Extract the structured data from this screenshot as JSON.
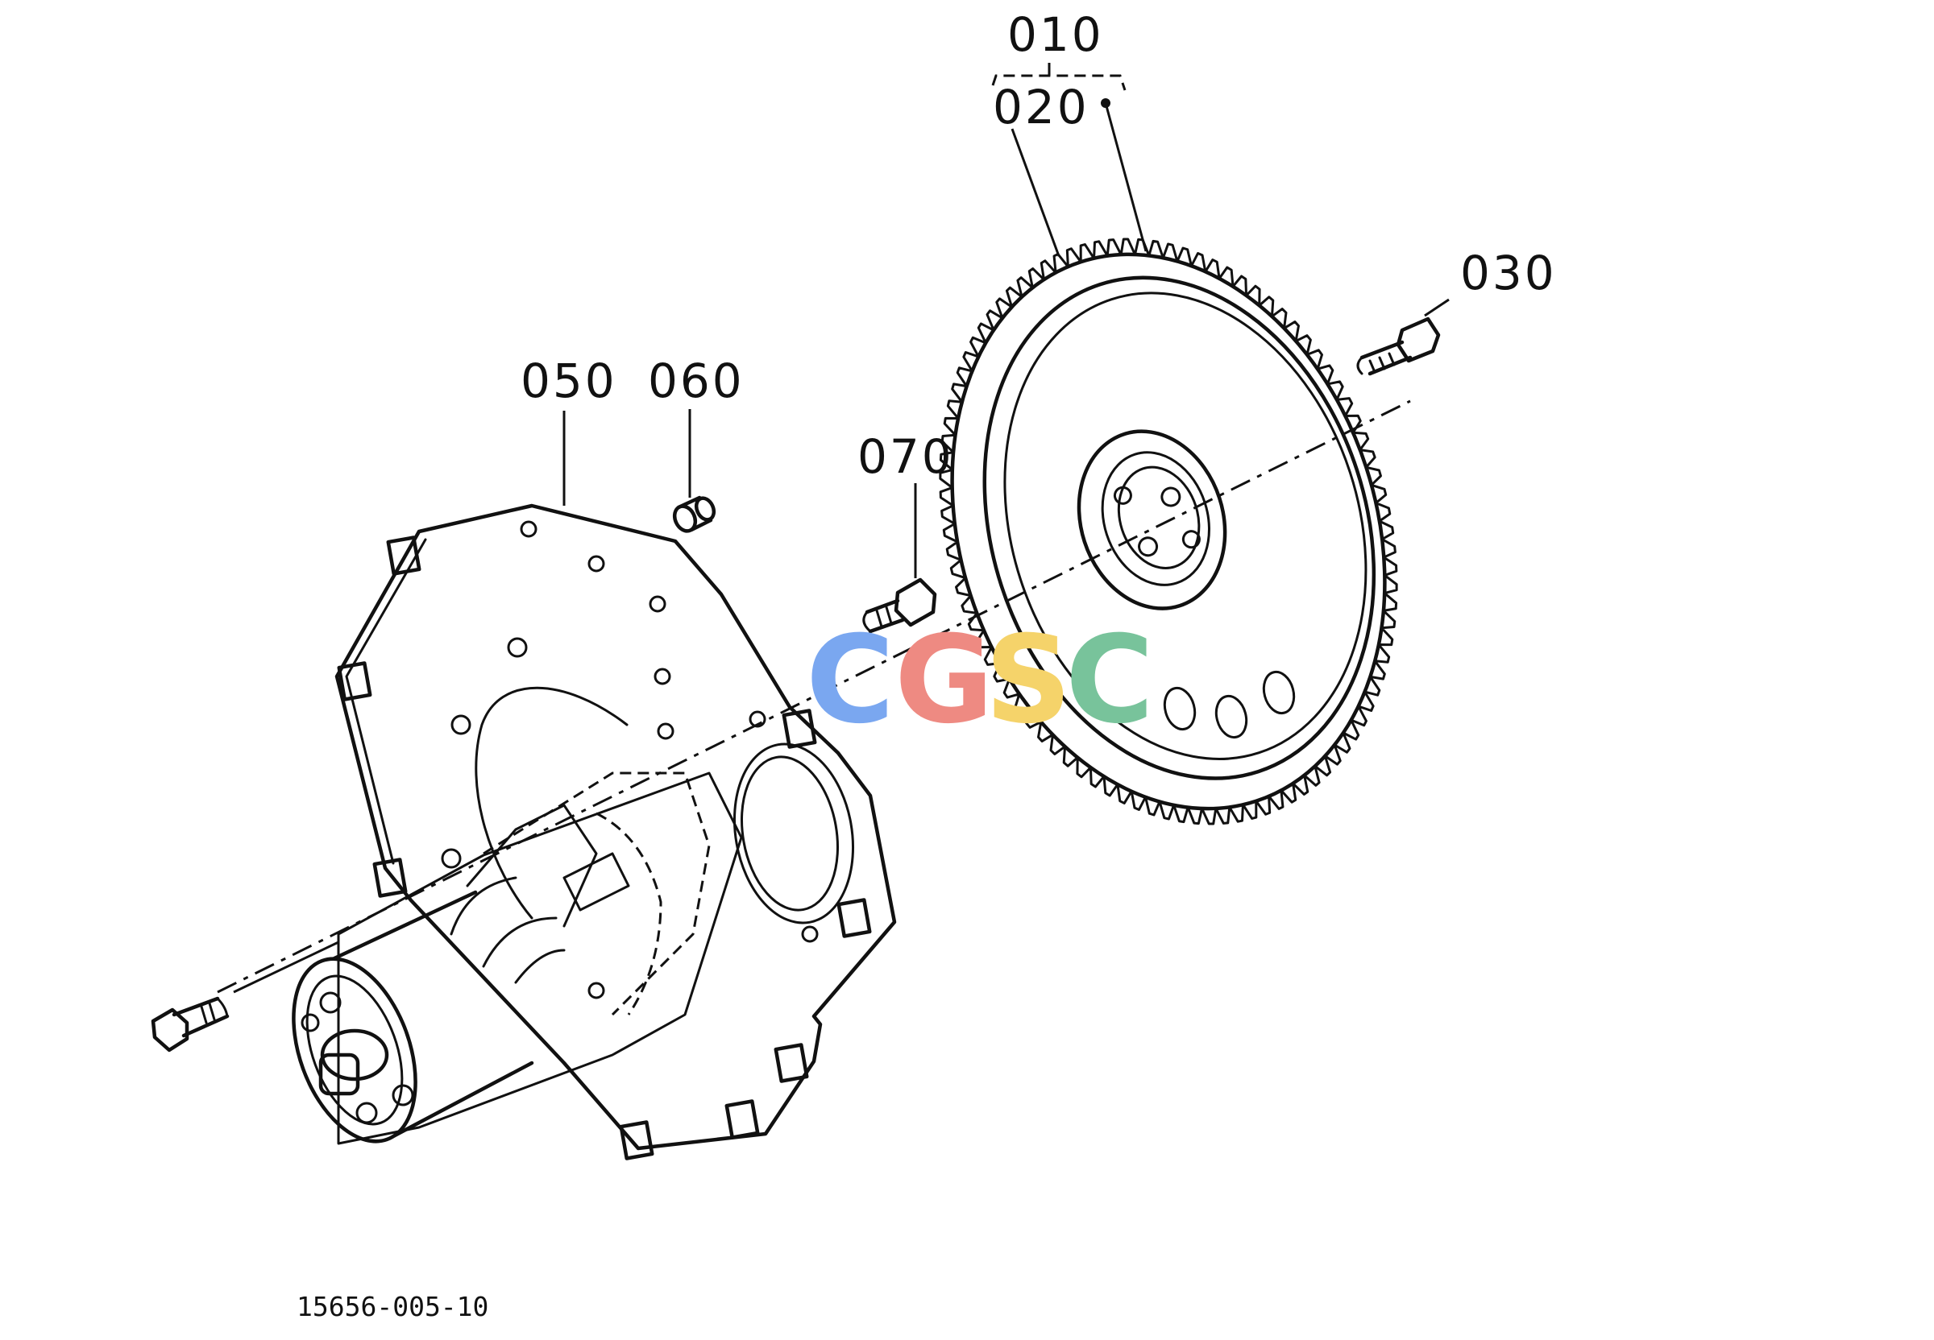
{
  "callouts": {
    "p010": "010",
    "p020": "020",
    "p030": "030",
    "p050": "050",
    "p060": "060",
    "p070": "070"
  },
  "drawing_code": "15656-005-10",
  "watermark": {
    "letters": [
      "C",
      "G",
      "S",
      "C"
    ],
    "colors": [
      "#7aa7f0",
      "#ee8a82",
      "#f5d36a",
      "#78c39b"
    ]
  }
}
